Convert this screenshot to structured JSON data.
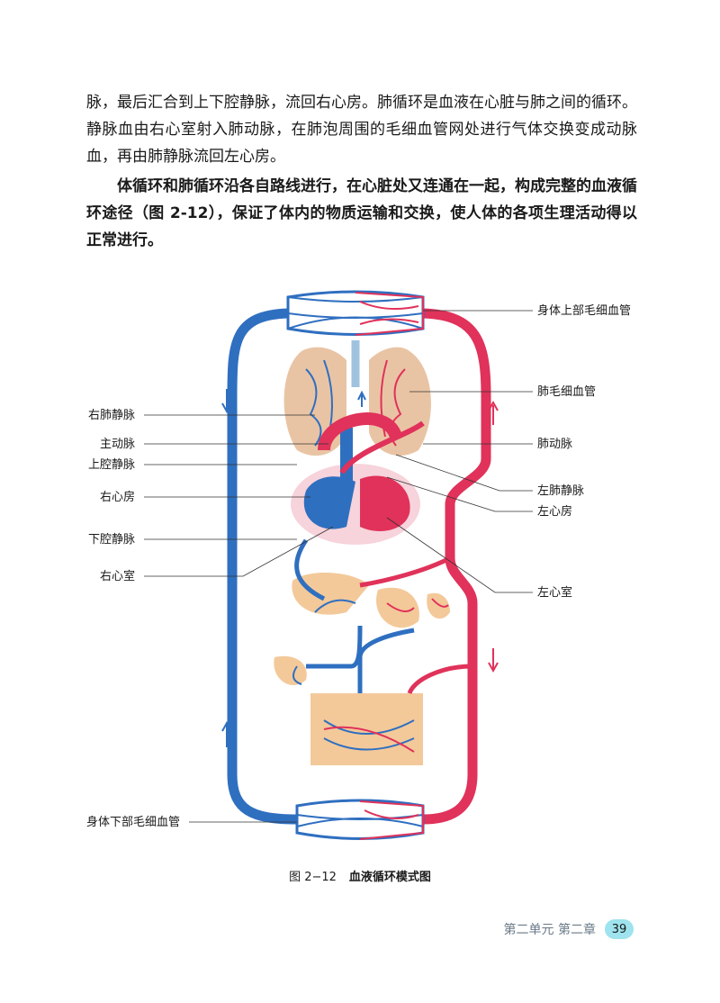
{
  "paragraphs": {
    "p1": "脉，最后汇合到上下腔静脉，流回右心房。肺循环是血液在心脏与肺之间的循环。静脉血由右心室射入肺动脉，在肺泡周围的毛细血管网处进行气体交换变成动脉血，再由肺静脉流回左心房。",
    "p2": "体循环和肺循环沿各自路线进行，在心脏处又连通在一起，构成完整的血液循环途径（图 2-12），保证了体内的物质运输和交换，使人体的各项生理活动得以正常进行。"
  },
  "figure": {
    "number": "图 2−12",
    "title": "血液循环模式图",
    "labels_left": {
      "right_pulmonary_vein": "右肺静脉",
      "aorta": "主动脉",
      "superior_vena_cava": "上腔静脉",
      "right_atrium": "右心房",
      "inferior_vena_cava": "下腔静脉",
      "right_ventricle": "右心室",
      "lower_capillaries": "身体下部毛细血管"
    },
    "labels_right": {
      "upper_capillaries": "身体上部毛细血管",
      "lung_capillaries": "肺毛细血管",
      "pulmonary_artery": "肺动脉",
      "left_pulmonary_vein": "左肺静脉",
      "left_atrium": "左心房",
      "left_ventricle": "左心室"
    },
    "colors": {
      "vein": "#2f6fc0",
      "artery": "#e0325a",
      "organ": "#f3c99a",
      "lung": "#e9c4a4"
    }
  },
  "footer": {
    "section": "第二单元 第二章",
    "page": "39"
  }
}
